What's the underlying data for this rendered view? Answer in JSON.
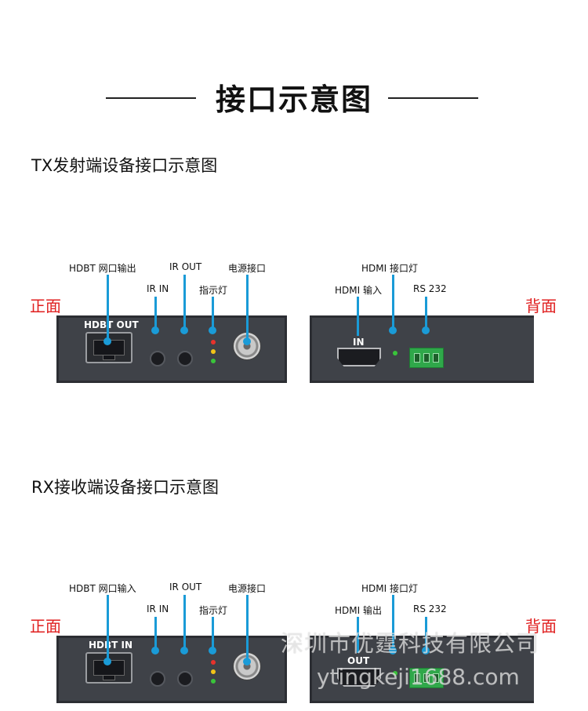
{
  "header": {
    "title": "接口示意图"
  },
  "tx": {
    "section_title": "TX发射端设备接口示意图",
    "front_label": "正面",
    "back_label": "背面",
    "front": {
      "callouts": {
        "hdbt": "HDBT 网口输出",
        "ir_in": "IR IN",
        "ir_out": "IR OUT",
        "indicator": "指示灯",
        "power": "电源接口"
      },
      "port_label": "HDBT OUT"
    },
    "back": {
      "callouts": {
        "hdmi_led": "HDMI 接口灯",
        "hdmi": "HDMI 输入",
        "rs232": "RS 232"
      },
      "port_label": "IN"
    }
  },
  "rx": {
    "section_title": "RX接收端设备接口示意图",
    "front_label": "正面",
    "back_label": "背面",
    "front": {
      "callouts": {
        "hdbt": "HDBT 网口输入",
        "ir_in": "IR IN",
        "ir_out": "IR OUT",
        "indicator": "指示灯",
        "power": "电源接口"
      },
      "port_label": "HDBT IN"
    },
    "back": {
      "callouts": {
        "hdmi_led": "HDMI 接口灯",
        "hdmi": "HDMI 输出",
        "rs232": "RS 232"
      },
      "port_label": "OUT"
    }
  },
  "watermark": {
    "company": "深圳市优霆科技有限公司",
    "site": "ytingkeji1688.com"
  },
  "colors": {
    "accent_blue": "#1a9bd7",
    "label_red": "#e02020",
    "led_red": "#e8322c",
    "led_yellow": "#f2c318",
    "led_green": "#39c43a",
    "device_gray": "#3f4248"
  }
}
